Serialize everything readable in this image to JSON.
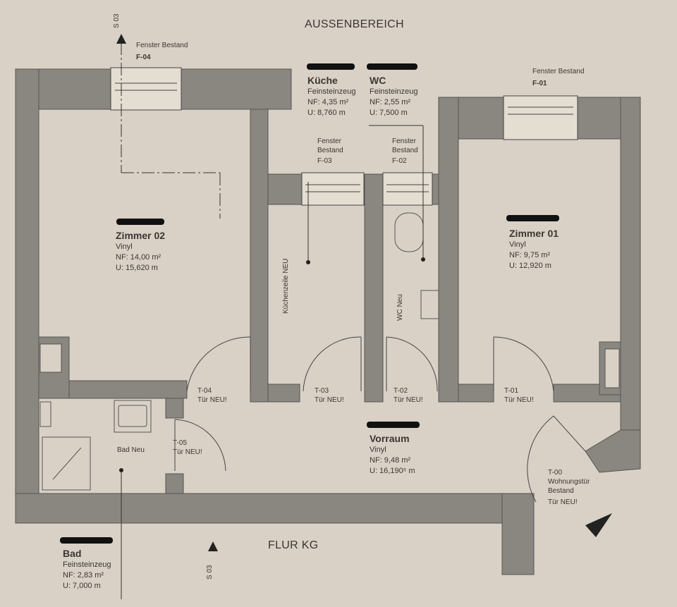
{
  "areas": {
    "outside_top": "AUSSENBEREICH",
    "outside_bottom": "FLUR KG"
  },
  "section_marks": [
    "S 03",
    "S 03"
  ],
  "rooms": [
    {
      "name": "Zimmer 02",
      "floor": "Vinyl",
      "nf": "NF: 14,00 m²",
      "u": "U: 15,620 m"
    },
    {
      "name": "Küche",
      "floor": "Feinsteinzeug",
      "nf": "NF: 4,35 m²",
      "u": "U: 8,760 m"
    },
    {
      "name": "WC",
      "floor": "Feinsteinzeug",
      "nf": "NF: 2,55 m²",
      "u": "U: 7,500 m"
    },
    {
      "name": "Zimmer 01",
      "floor": "Vinyl",
      "nf": "NF: 9,75 m²",
      "u": "U: 12,920 m"
    },
    {
      "name": "Vorraum",
      "floor": "Vinyl",
      "nf": "NF: 9,48 m²",
      "u": "U: 16,190⁵ m"
    },
    {
      "name": "Bad",
      "floor": "Feinsteinzeug",
      "nf": "NF: 2,83 m²",
      "u": "U: 7,000 m"
    }
  ],
  "windows": [
    {
      "label": "Fenster Bestand",
      "id": "F-04"
    },
    {
      "label": "Fenster Bestand",
      "id": "F-03"
    },
    {
      "label": "Fenster Bestand",
      "id": "F-02"
    },
    {
      "label": "Fenster Bestand",
      "id": "F-01"
    }
  ],
  "doors": [
    {
      "id": "T-04",
      "note": "Tür NEU!"
    },
    {
      "id": "T-03",
      "note": "Tür NEU!"
    },
    {
      "id": "T-02",
      "note": "Tür NEU!"
    },
    {
      "id": "T-01",
      "note": "Tür NEU!"
    },
    {
      "id": "T-05",
      "note": "Tür NEU!"
    },
    {
      "id": "T-00",
      "desc1": "Wohnungstür",
      "desc2": "Bestand",
      "note": "Tür NEU!"
    }
  ],
  "fixtures": {
    "kitchen": "Küchenzeile NEU",
    "wc": "WC Neu",
    "bath": "Bad Neu"
  }
}
